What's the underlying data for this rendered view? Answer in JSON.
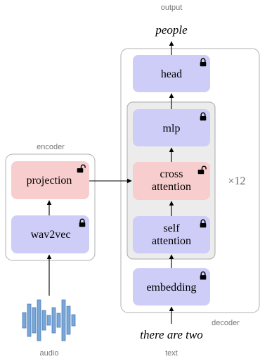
{
  "labels": {
    "output": "output",
    "encoder": "encoder",
    "decoder": "decoder",
    "audio": "audio",
    "text": "text",
    "repeat": "×12"
  },
  "tokens": {
    "output_word": "people",
    "input_text": "there are two"
  },
  "blocks": {
    "head": "head",
    "mlp": "mlp",
    "cross_line1": "cross",
    "cross_line2": "attention",
    "self_line1": "self",
    "self_line2": "attention",
    "embedding": "embedding",
    "projection": "projection",
    "wav2vec": "wav2vec"
  },
  "locks": {
    "head": "locked",
    "mlp": "locked",
    "cross_attention": "unlocked",
    "self_attention": "locked",
    "embedding": "locked",
    "projection": "unlocked",
    "wav2vec": "locked"
  },
  "colors": {
    "frozen_block": "#cdcdf8",
    "trainable_block": "#f8cdcd",
    "waveform": "#7aa7d8",
    "group_bg": "#ececec"
  }
}
